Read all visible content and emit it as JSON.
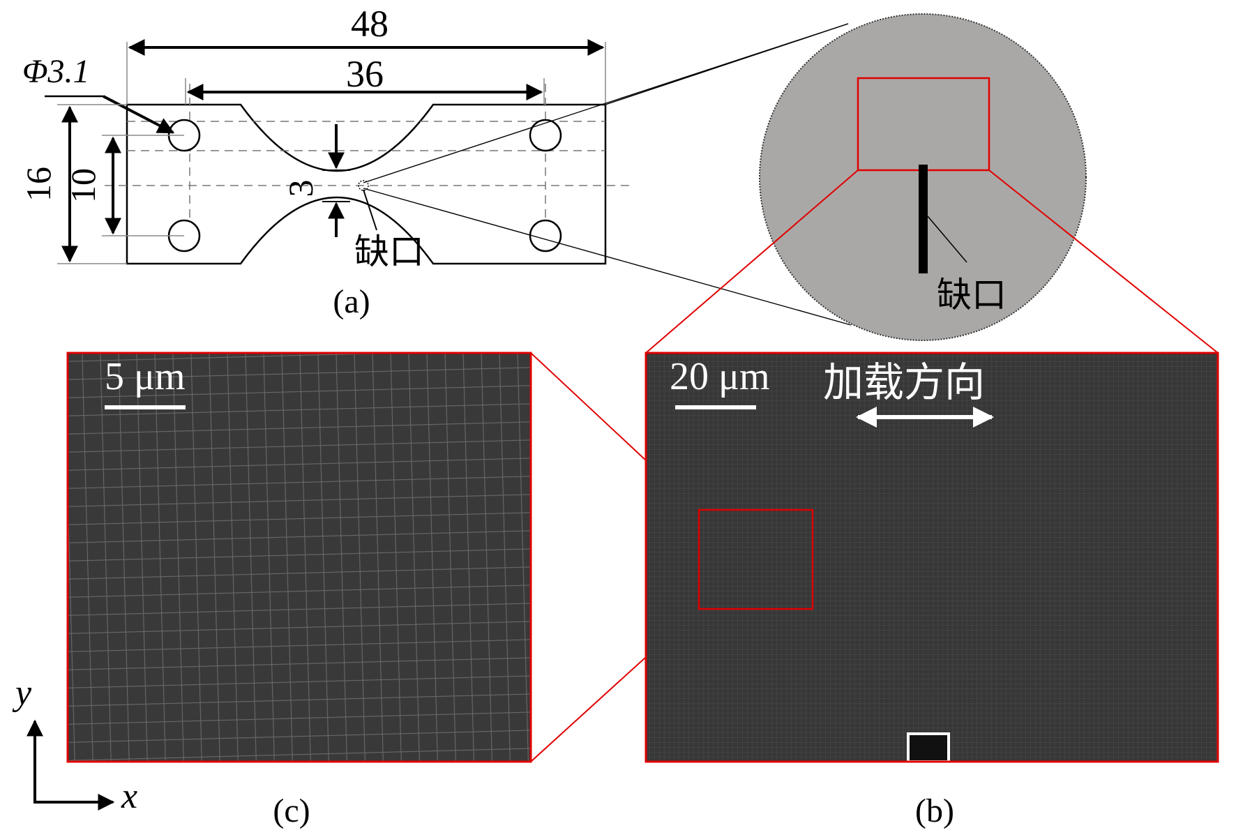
{
  "panel_a": {
    "dim_overall": "48",
    "dim_gauge": "36",
    "dim_hole": "Φ3.1",
    "dim_width": "16",
    "dim_hole_spacing": "10",
    "dim_neck": "3",
    "notch_label": "缺口",
    "caption": "(a)"
  },
  "inset_circle": {
    "notch_label": "缺口"
  },
  "panel_b": {
    "scale_label": "20 μm",
    "loading_label": "加载方向",
    "caption": "(b)"
  },
  "panel_c": {
    "scale_label": "5 μm",
    "caption": "(c)"
  },
  "axes": {
    "x_label": "x",
    "y_label": "y"
  },
  "colors": {
    "highlight": "#e00000",
    "sem_background": "#3a3a3a",
    "circle_fill": "#aaa8a6"
  }
}
